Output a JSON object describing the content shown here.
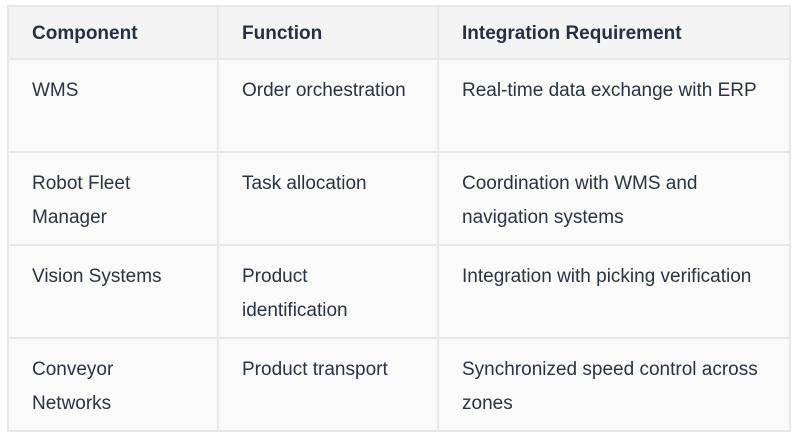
{
  "table": {
    "headers": [
      "Component",
      "Function",
      "Integration Requirement"
    ],
    "rows": [
      [
        "WMS",
        "Order orchestration",
        "Real-time data exchange with ERP"
      ],
      [
        "Robot Fleet Manager",
        "Task allocation",
        "Coordination with WMS and navigation systems"
      ],
      [
        "Vision Systems",
        "Product identification",
        "Integration with picking verification"
      ],
      [
        "Conveyor Networks",
        "Product transport",
        "Synchronized speed control across zones"
      ]
    ]
  },
  "colors": {
    "header_bg": "#f4f4f5",
    "body_bg": "#fafafa",
    "border": "#e7e7e9",
    "text": "#2a3342"
  }
}
